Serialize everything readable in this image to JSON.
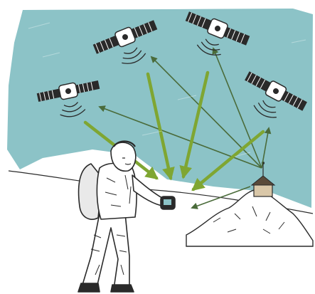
{
  "illustration": {
    "style": "hand-drawn pen sketch with watercolor wash",
    "colors": {
      "sky": "#8cc3c7",
      "ink": "#2a2a2a",
      "signal_green": "#7fa632",
      "station_arrow": "#4a6b3a",
      "paper": "#ffffff"
    },
    "satellites": [
      {
        "name": "satellite-top-left-center"
      },
      {
        "name": "satellite-top-center"
      },
      {
        "name": "satellite-left"
      },
      {
        "name": "satellite-right"
      }
    ],
    "figures": [
      {
        "name": "hiker-with-backpack",
        "holds": "gps-receiver"
      },
      {
        "name": "ground-reference-station",
        "on": "rocky-hill"
      }
    ],
    "signals": {
      "satellites_to_receiver": 4,
      "station_to_satellites": 4,
      "station_to_receiver": 1
    }
  }
}
